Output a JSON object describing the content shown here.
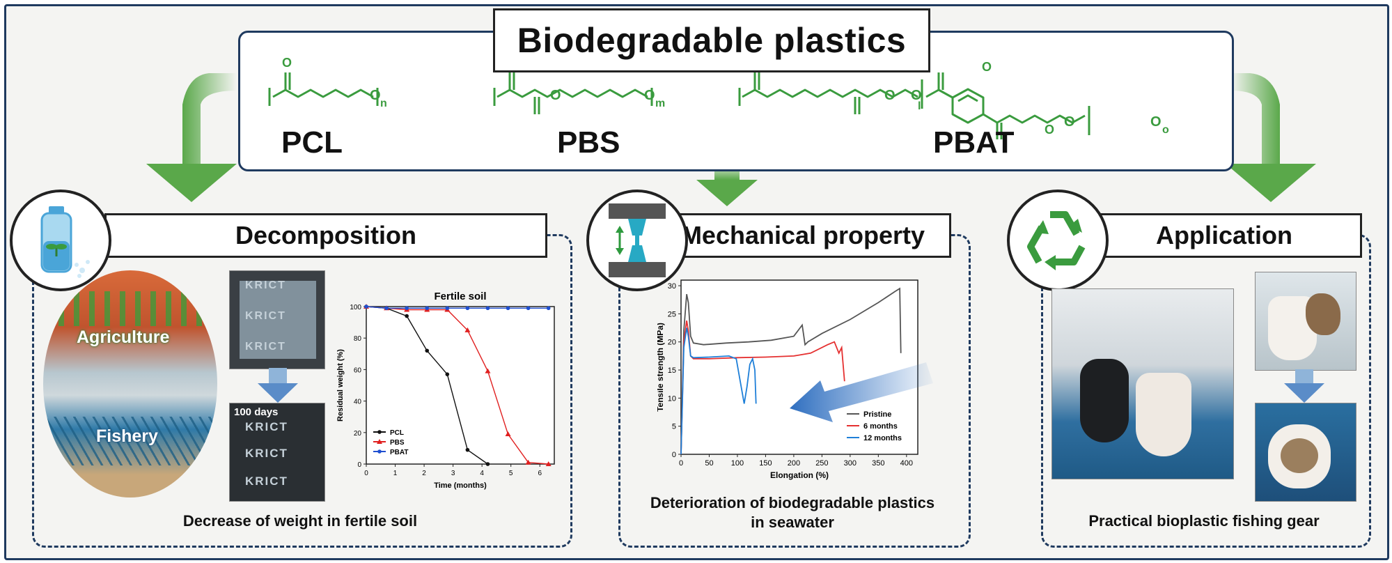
{
  "header": {
    "title": "Biodegradable plastics"
  },
  "polymers": [
    {
      "name": "PCL",
      "subscript": "n"
    },
    {
      "name": "PBS",
      "subscript": "m"
    },
    {
      "name": "PBAT",
      "subscript_1": "l",
      "subscript_2": "o"
    }
  ],
  "structure_atoms": {
    "o": "O"
  },
  "decomposition": {
    "title": "Decomposition",
    "labels": {
      "agriculture": "Agriculture",
      "fishery": "Fishery"
    },
    "logo_text": "KRICT",
    "photo_after_label": "100 days",
    "caption": "Decrease of weight in fertile soil"
  },
  "mechanical": {
    "title": "Mechanical property",
    "caption_line1": "Deterioration of biodegradable plastics",
    "caption_line2": "in seawater"
  },
  "application": {
    "title": "Application",
    "caption": "Practical bioplastic fishing gear"
  },
  "colors": {
    "navy": "#1f3a5f",
    "green": "#3a9b3e",
    "arrow_green": "#5aa84a",
    "blue_arrow": "#2f6fc0"
  },
  "chart_data": [
    {
      "type": "line",
      "title": "Fertile soil",
      "xlabel": "Time (months)",
      "ylabel": "Residual weight (%)",
      "xlim": [
        0,
        6.5
      ],
      "ylim": [
        0,
        100
      ],
      "xticks": [
        "0",
        "1",
        "2",
        "3",
        "4",
        "5",
        "6"
      ],
      "yticks": [
        "0",
        "20",
        "40",
        "60",
        "80",
        "100"
      ],
      "legend_position": "bottom-left",
      "series": [
        {
          "name": "PCL",
          "color": "#111111",
          "marker": "circle",
          "x": [
            0,
            0.7,
            1.4,
            2.1,
            2.8,
            3.5,
            4.2
          ],
          "y": [
            100,
            99,
            94,
            72,
            57,
            9,
            0
          ]
        },
        {
          "name": "PBS",
          "color": "#e02020",
          "marker": "triangle",
          "x": [
            0,
            0.7,
            1.4,
            2.1,
            2.8,
            3.5,
            4.2,
            4.9,
            5.6,
            6.3
          ],
          "y": [
            100,
            99,
            98,
            98,
            98,
            85,
            59,
            19,
            1,
            0
          ]
        },
        {
          "name": "PBAT",
          "color": "#1f4fd0",
          "marker": "circle",
          "x": [
            0,
            0.7,
            1.4,
            2.1,
            2.8,
            3.5,
            4.2,
            4.9,
            5.6,
            6.3
          ],
          "y": [
            100,
            99,
            99,
            99,
            99,
            99,
            99,
            99,
            99,
            99
          ]
        }
      ]
    },
    {
      "type": "line",
      "title": "",
      "xlabel": "Elongation (%)",
      "ylabel": "Tensile strength (MPa)",
      "xlim": [
        0,
        420
      ],
      "ylim": [
        0,
        31
      ],
      "xticks": [
        "0",
        "50",
        "100",
        "150",
        "200",
        "250",
        "300",
        "350",
        "400"
      ],
      "yticks": [
        "0",
        "5",
        "10",
        "15",
        "20",
        "25",
        "30"
      ],
      "legend_position": "bottom-right",
      "series": [
        {
          "name": "Pristine",
          "color": "#555555",
          "x": [
            0,
            5,
            10,
            13,
            17,
            22,
            40,
            80,
            120,
            160,
            200,
            215,
            220,
            225,
            250,
            300,
            350,
            380,
            388,
            390
          ],
          "y": [
            0,
            22,
            28.5,
            27,
            21,
            19.8,
            19.5,
            19.8,
            20,
            20.3,
            21,
            23,
            19.5,
            20,
            21.5,
            24,
            27,
            29,
            29.5,
            18
          ]
        },
        {
          "name": "6 months",
          "color": "#e53030",
          "x": [
            0,
            5,
            10,
            13,
            17,
            22,
            50,
            100,
            150,
            200,
            230,
            260,
            272,
            280,
            285,
            290
          ],
          "y": [
            0,
            20,
            23.8,
            22,
            17.5,
            17,
            17,
            17.2,
            17.3,
            17.5,
            18,
            19.5,
            20,
            18,
            19,
            13
          ]
        },
        {
          "name": "12 months",
          "color": "#1e7fd8",
          "x": [
            0,
            5,
            10,
            13,
            17,
            22,
            50,
            85,
            98,
            105,
            112,
            117,
            122,
            127,
            131,
            133
          ],
          "y": [
            0,
            19,
            22.5,
            21,
            17.5,
            17.2,
            17.3,
            17.5,
            17,
            13,
            9,
            12,
            16,
            17,
            15,
            9
          ]
        }
      ]
    }
  ]
}
